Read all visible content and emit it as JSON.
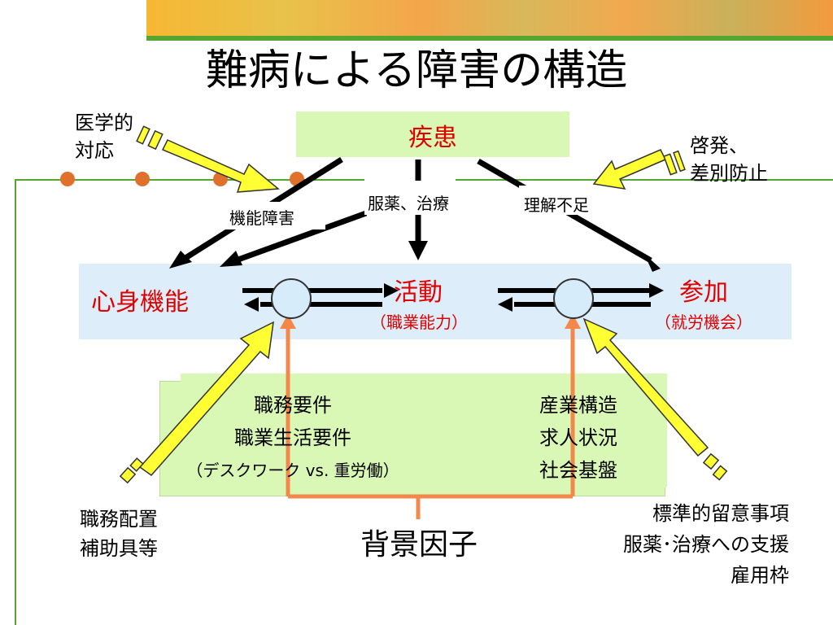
{
  "title": "難病による障害の構造",
  "disease": "疾患",
  "functioning": "心身機能",
  "activity": {
    "main": "活動",
    "sub": "（職業能力）"
  },
  "participation": {
    "main": "参加",
    "sub": "（就労機会）"
  },
  "arrow_labels": {
    "impairment": "機能障害",
    "medication": "服薬、治療",
    "misunderstanding": "理解不足"
  },
  "corners": {
    "medical": [
      "医学的",
      "対応"
    ],
    "awareness": [
      "啓発、",
      "差別防止"
    ],
    "placement": [
      "職務配置",
      "補助具等"
    ],
    "support": [
      "標準的留意事項",
      "服薬･治療への支援",
      "雇用枠"
    ]
  },
  "background_left": [
    "職務要件",
    "職業生活要件",
    "（デスクワーク vs. 重労働）"
  ],
  "background_right": [
    "産業構造",
    "求人状況",
    "社会基盤"
  ],
  "background_factor": "背景因子",
  "colors": {
    "red_text": "#e00000",
    "green_box": "#d9f7b5",
    "blue_box": "#ddeefa",
    "orange": "#f4884a",
    "yellow_arrow": "#ffff33"
  }
}
